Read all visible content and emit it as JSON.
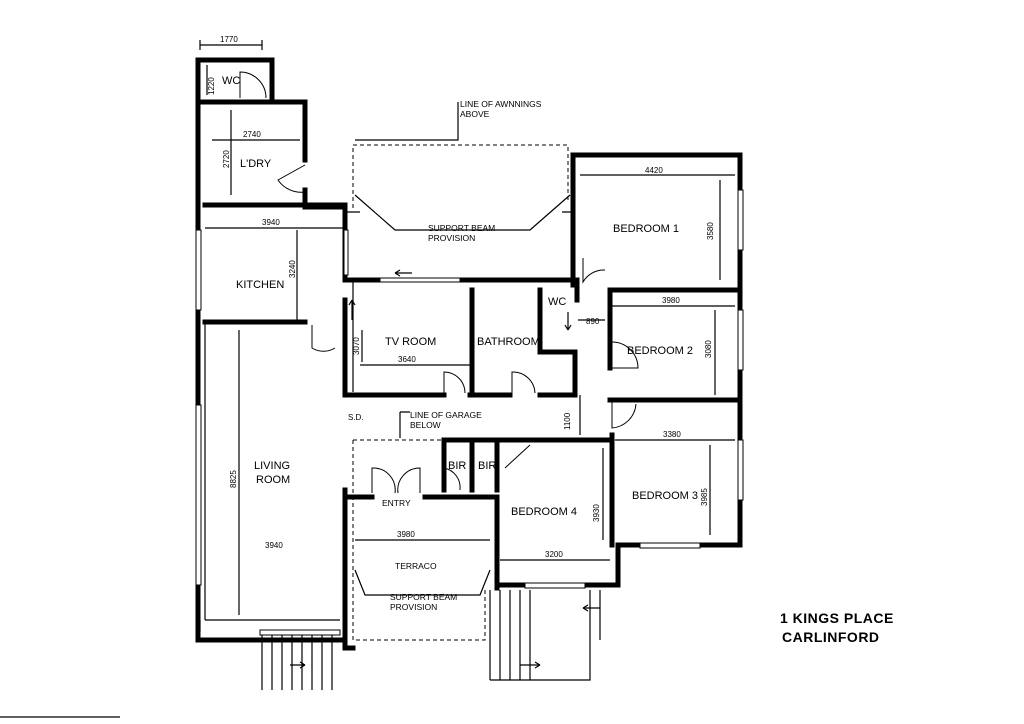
{
  "rooms": {
    "wc_top": "WC",
    "laundry": "L'DRY",
    "kitchen": "KITCHEN",
    "living_1": "LIVING",
    "living_2": "ROOM",
    "tv_room": "TV ROOM",
    "bathroom": "BATHROOM",
    "wc_mid": "WC",
    "bedroom1": "BEDROOM 1",
    "bedroom2": "BEDROOM 2",
    "bedroom3": "BEDROOM 3",
    "bedroom4": "BEDROOM 4",
    "entry": "ENTRY",
    "terrace": "TERRACO",
    "bir1": "BIR",
    "bir2": "BIR",
    "sd": "S.D."
  },
  "dimensions": {
    "wc_width": "1770",
    "wc_height": "1220",
    "laundry_width": "2740",
    "laundry_height": "2720",
    "kitchen_width": "3940",
    "kitchen_height": "3240",
    "living_height": "8825",
    "living_width": "3940",
    "tv_width": "3640",
    "tv_height": "3070",
    "wc_mid_width": "890",
    "hall_height": "1100",
    "bed1_width": "4420",
    "bed1_height": "3580",
    "bed2_width": "3980",
    "bed2_height": "3080",
    "bed3_width": "3380",
    "bed3_height": "3985",
    "bed4_height": "3930",
    "bed4_width": "3200",
    "terrace_width": "3980"
  },
  "notes": {
    "awnings_1": "LINE OF AWNNINGS",
    "awnings_2": "ABOVE",
    "beam_top_1": "SUPPORT BEAM",
    "beam_top_2": "PROVISION",
    "garage_1": "LINE OF GARAGE",
    "garage_2": "BELOW",
    "beam_bottom_1": "SUPPORT BEAM",
    "beam_bottom_2": "PROVISION"
  },
  "title": {
    "line1": "1 KINGS PLACE",
    "line2": "CARLINFORD"
  }
}
